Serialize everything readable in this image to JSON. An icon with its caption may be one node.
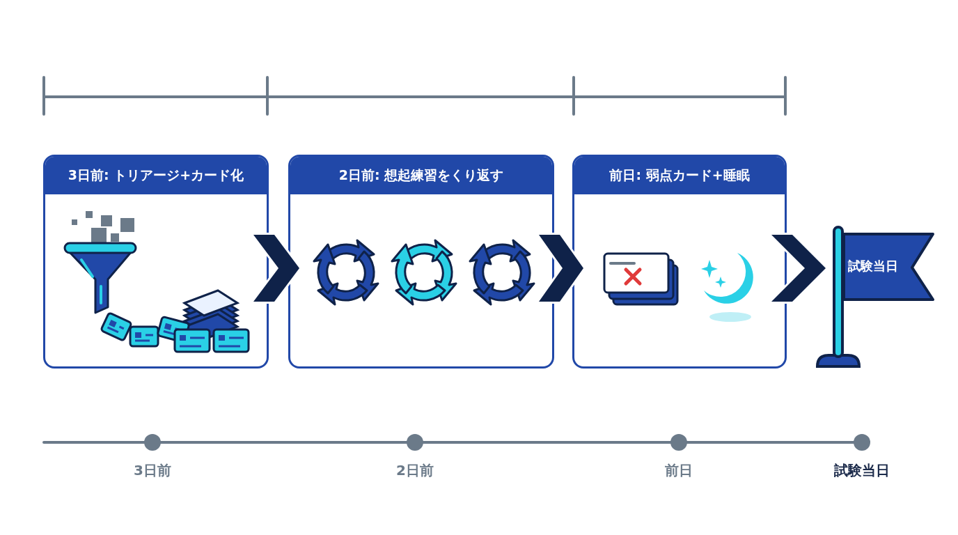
{
  "diagram": {
    "nodes": [
      {
        "text": [
          "3日前: トリアージ+カード化"
        ]
      },
      {
        "text": [
          "2日前: 想起練習をくり返す"
        ]
      },
      {
        "text": [
          "前日: 弱点カード+睡眠"
        ]
      },
      {
        "text": [
          "試験当日"
        ]
      }
    ],
    "edges": [
      {
        "from": 0,
        "to": 1,
        "arrow": "to"
      },
      {
        "from": 1,
        "to": 2,
        "arrow": "to"
      },
      {
        "from": 2,
        "to": 3,
        "arrow": "to"
      }
    ],
    "labels": [
      "3日前",
      "2日前",
      "前日",
      "試験当日"
    ]
  }
}
